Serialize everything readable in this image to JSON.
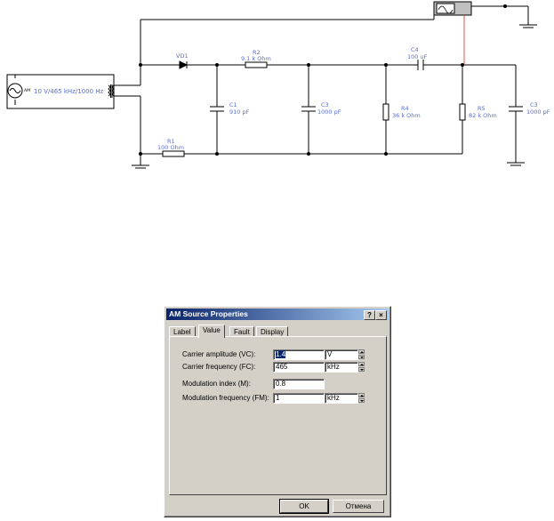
{
  "schematic": {
    "source_label": "10 V/465 kHz/1000 Hz",
    "source_type": "AM",
    "components": [
      {
        "ref": "VD1",
        "value": ""
      },
      {
        "ref": "R2",
        "value": "9.1 k Ohm"
      },
      {
        "ref": "C4",
        "value": "100 uF"
      },
      {
        "ref": "C1",
        "value": "910 pF"
      },
      {
        "ref": "C3",
        "value": "1000 pF"
      },
      {
        "ref": "R4",
        "value": "36 k Ohm"
      },
      {
        "ref": "R5",
        "value": "82 k Ohm"
      },
      {
        "ref": "C3",
        "value": "1000 pF"
      },
      {
        "ref": "R1",
        "value": "100 Ohm"
      }
    ],
    "colors": {
      "wire": "#000000",
      "label": "#5a6ed0",
      "probe": "#e05050"
    }
  },
  "dialog": {
    "title": "AM Source Properties",
    "help_label": "?",
    "close_label": "×",
    "tabs": [
      {
        "label": "Label",
        "active": false
      },
      {
        "label": "Value",
        "active": true
      },
      {
        "label": "Fault",
        "active": false
      },
      {
        "label": "Display",
        "active": false
      }
    ],
    "fields": [
      {
        "label": "Carrier amplitude (VC):",
        "value": "1.4",
        "unit": "V"
      },
      {
        "label": "Carrier frequency (FC):",
        "value": "465",
        "unit": "kHz"
      },
      {
        "label": "Modulation index (M):",
        "value": "0.8",
        "unit": ""
      },
      {
        "label": "Modulation frequency (FM):",
        "value": "1",
        "unit": "kHz"
      }
    ],
    "ok_label": "OK",
    "cancel_label": "Отмена",
    "colors": {
      "titlebar_start": "#0a246a",
      "titlebar_end": "#a6caf0",
      "face": "#d4d0c8"
    }
  }
}
